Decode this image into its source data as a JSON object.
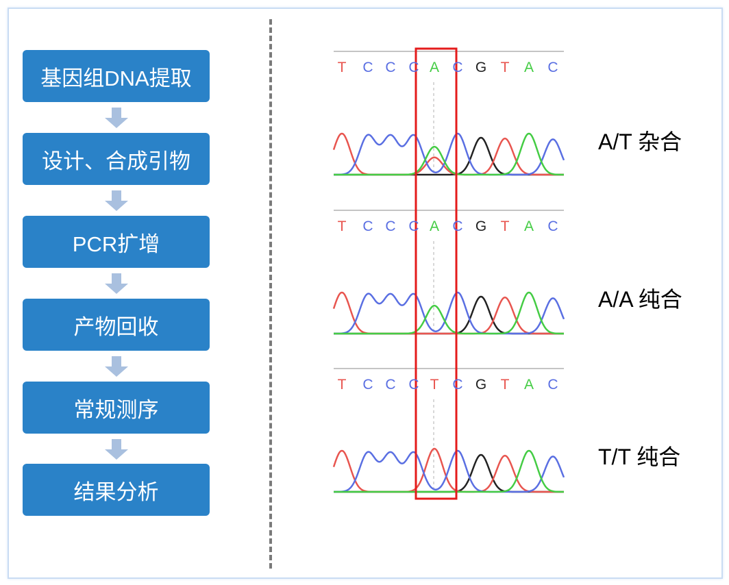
{
  "workflow": {
    "steps": [
      "基因组DNA提取",
      "设计、合成引物",
      "PCR扩增",
      "产物回收",
      "常规测序",
      "结果分析"
    ]
  },
  "colors": {
    "step_fill": "#2a82c8",
    "arrow": "#a9c0df",
    "highlight": "#e41b1b",
    "T": "#e8554f",
    "C": "#5a6fe2",
    "A": "#44cc44",
    "G": "#222222"
  },
  "chromatograms": [
    {
      "genotype": "A/T 杂合",
      "bases": [
        "T",
        "C",
        "C",
        "C",
        "A",
        "C",
        "G",
        "T",
        "A",
        "C"
      ],
      "peaks": [
        [
          {
            "base": "T",
            "intensity": 1.0
          }
        ],
        [
          {
            "base": "C",
            "intensity": 0.95
          }
        ],
        [
          {
            "base": "C",
            "intensity": 0.93
          }
        ],
        [
          {
            "base": "C",
            "intensity": 0.95
          }
        ],
        [
          {
            "base": "A",
            "intensity": 0.68
          },
          {
            "base": "T",
            "intensity": 0.42
          }
        ],
        [
          {
            "base": "C",
            "intensity": 1.0
          }
        ],
        [
          {
            "base": "G",
            "intensity": 0.9
          }
        ],
        [
          {
            "base": "T",
            "intensity": 0.88
          }
        ],
        [
          {
            "base": "A",
            "intensity": 1.0
          }
        ],
        [
          {
            "base": "C",
            "intensity": 0.86
          }
        ]
      ]
    },
    {
      "genotype": "A/A 纯合",
      "bases": [
        "T",
        "C",
        "C",
        "C",
        "A",
        "C",
        "G",
        "T",
        "A",
        "C"
      ],
      "peaks": [
        [
          {
            "base": "T",
            "intensity": 1.0
          }
        ],
        [
          {
            "base": "C",
            "intensity": 0.95
          }
        ],
        [
          {
            "base": "C",
            "intensity": 0.93
          }
        ],
        [
          {
            "base": "C",
            "intensity": 0.95
          }
        ],
        [
          {
            "base": "A",
            "intensity": 0.68
          }
        ],
        [
          {
            "base": "C",
            "intensity": 1.0
          }
        ],
        [
          {
            "base": "G",
            "intensity": 0.9
          }
        ],
        [
          {
            "base": "T",
            "intensity": 0.88
          }
        ],
        [
          {
            "base": "A",
            "intensity": 1.0
          }
        ],
        [
          {
            "base": "C",
            "intensity": 0.86
          }
        ]
      ]
    },
    {
      "genotype": "T/T 纯合",
      "bases": [
        "T",
        "C",
        "C",
        "C",
        "T",
        "C",
        "G",
        "T",
        "A",
        "C"
      ],
      "peaks": [
        [
          {
            "base": "T",
            "intensity": 1.0
          }
        ],
        [
          {
            "base": "C",
            "intensity": 0.95
          }
        ],
        [
          {
            "base": "C",
            "intensity": 0.93
          }
        ],
        [
          {
            "base": "C",
            "intensity": 0.95
          }
        ],
        [
          {
            "base": "T",
            "intensity": 1.05
          }
        ],
        [
          {
            "base": "C",
            "intensity": 1.0
          }
        ],
        [
          {
            "base": "G",
            "intensity": 0.9
          }
        ],
        [
          {
            "base": "T",
            "intensity": 0.88
          }
        ],
        [
          {
            "base": "A",
            "intensity": 1.0
          }
        ],
        [
          {
            "base": "C",
            "intensity": 0.86
          }
        ]
      ]
    }
  ]
}
